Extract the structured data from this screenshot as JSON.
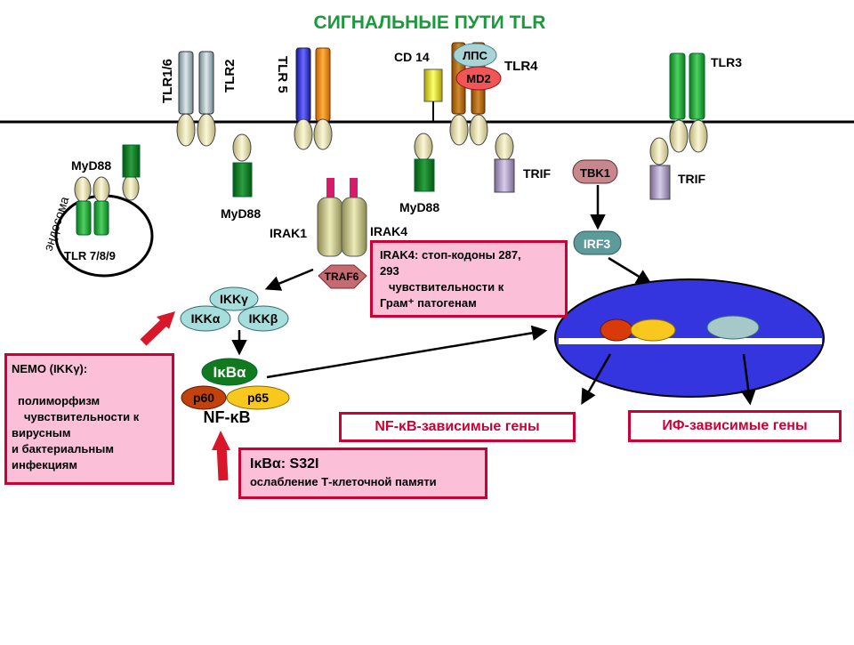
{
  "title": "СИГНАЛЬНЫЕ ПУТИ TLR",
  "colors": {
    "title": "#1a9a3a",
    "accent": "#cc0033",
    "box_fill": "#fbbfd8",
    "nucleus": "#3a3ae0"
  },
  "receptors": {
    "tlr16": "TLR1/6",
    "tlr2": "TLR2",
    "tlr5": "TLR 5",
    "cd14": "CD 14",
    "lps": "ЛПС",
    "md2": "MD2",
    "tlr4": "TLR4",
    "tlr3": "TLR3",
    "tlr789": "TLR 7/8/9",
    "endosome": "эндосома"
  },
  "adaptors": {
    "myd88_endosome": "MyD88",
    "myd88_tlr2": "MyD88",
    "myd88_tlr4": "MyD88",
    "trif_tlr4": "TRIF",
    "trif_tlr3": "TRIF",
    "tbk1": "TBK1",
    "irf3": "IRF3",
    "irak1": "IRAK1",
    "irak4": "IRAK4",
    "traf6": "TRAF6",
    "ikk_gamma": "IKKγ",
    "ikk_alpha": "IKKα",
    "ikk_beta": "IKKβ",
    "ikb": "IκBα",
    "p60": "p60",
    "p65": "p65",
    "nfkb": "NF-κB"
  },
  "boxes": {
    "irak4_box": {
      "line1": "IRAK4: стоп-кодоны 287,",
      "line2": "293",
      "line3": "чувствительности к",
      "line4": "Грам⁺ патогенам"
    },
    "nemo_box": {
      "line1": "NEMO (IKKγ):",
      "line2": "полиморфизм",
      "line3": "чувствительности к",
      "line4": "вирусным",
      "line5": "и бактериальным",
      "line6": "инфекциям"
    },
    "ikb_box": {
      "line1": "IκBα: S32I",
      "line2": "ослабление Т-клеточной памяти"
    },
    "nfkb_genes": "NF-κB-зависимые гены",
    "ifn_genes": "ИФ-зависимые гены"
  }
}
